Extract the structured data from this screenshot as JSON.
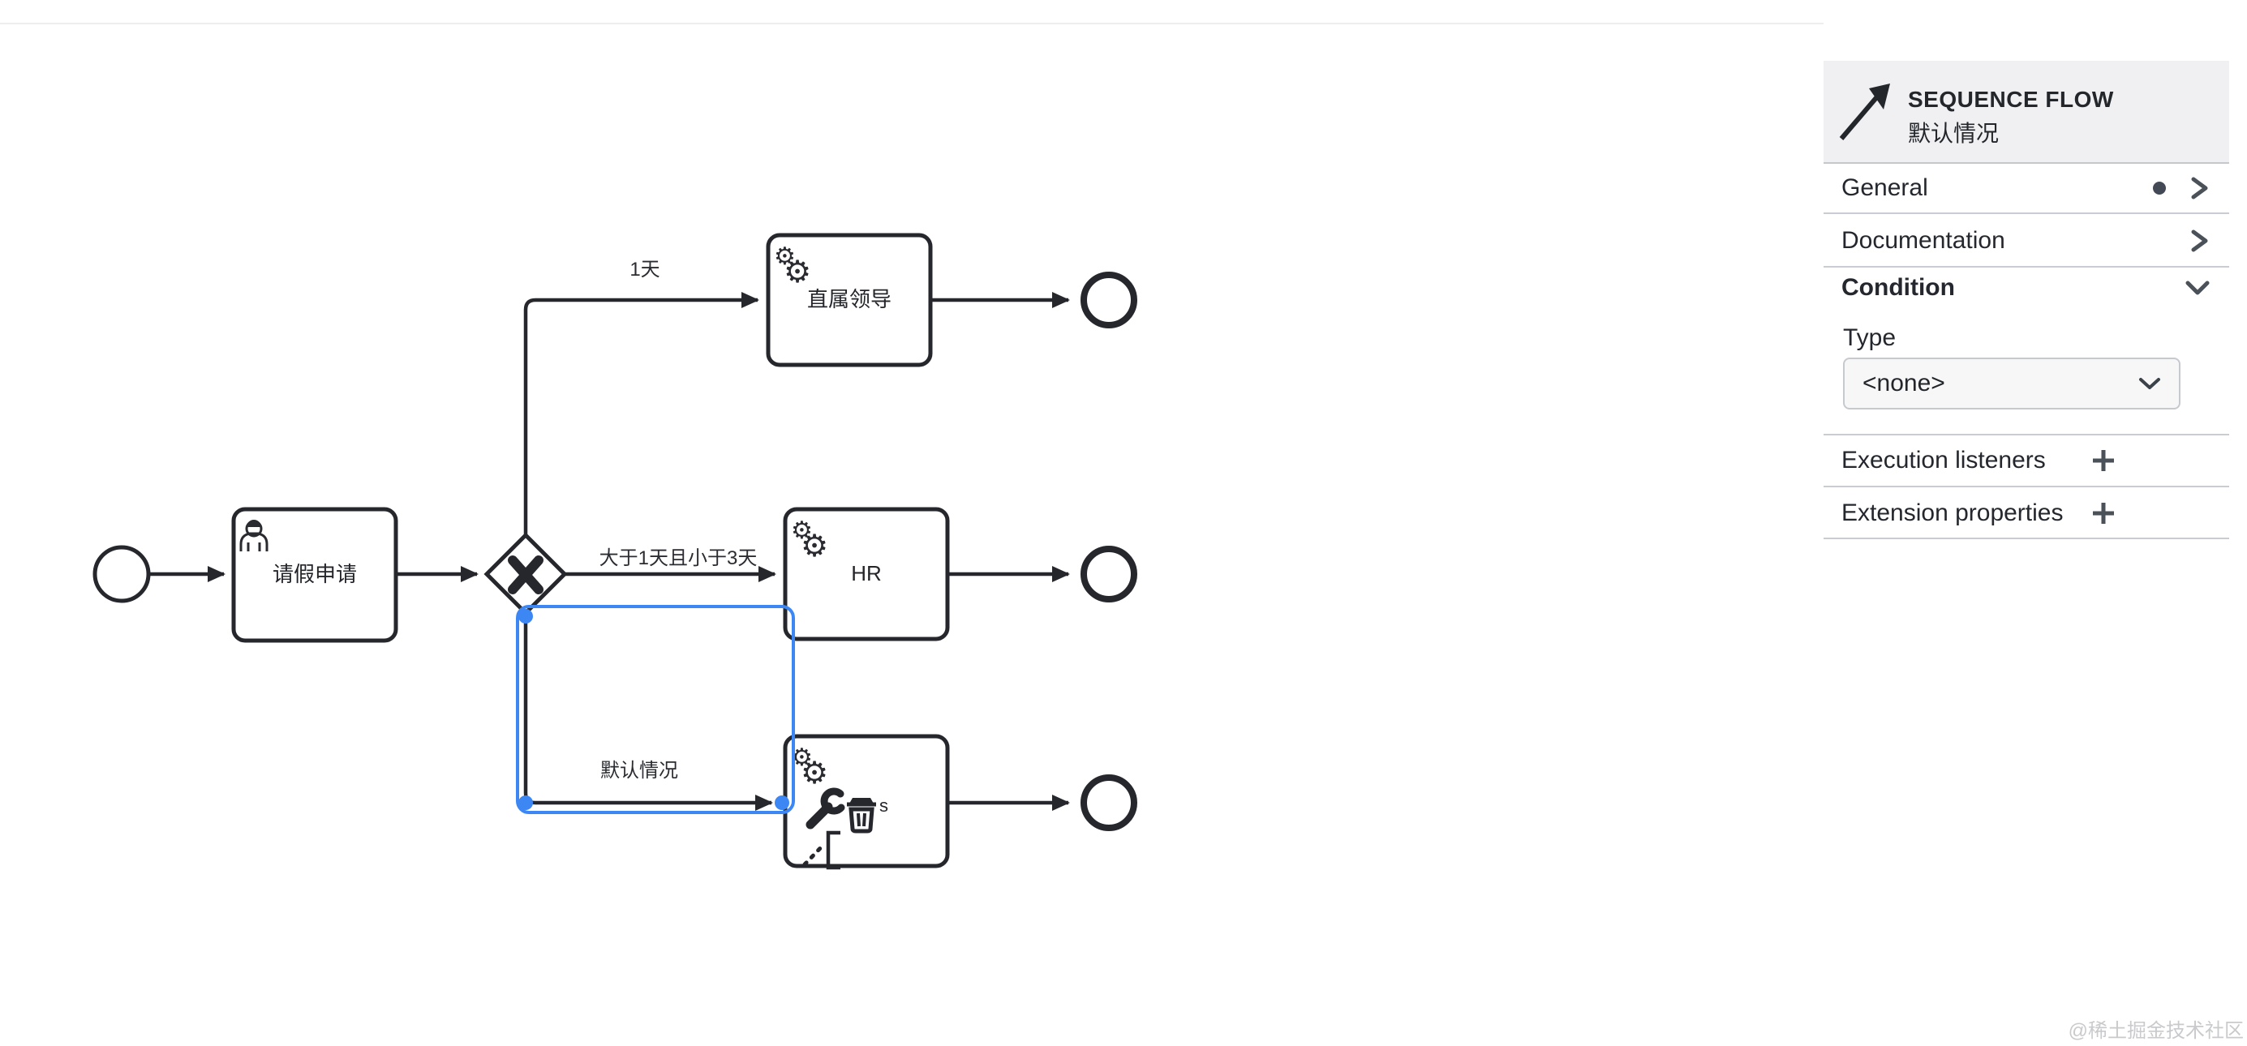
{
  "panel": {
    "header": {
      "element_type": "SEQUENCE FLOW",
      "element_name": "默认情况",
      "icon": "sequence-flow-arrow"
    },
    "groups": [
      {
        "label": "General",
        "state": "collapsed",
        "has_edits_dot": true
      },
      {
        "label": "Documentation",
        "state": "collapsed",
        "has_edits_dot": false
      },
      {
        "label": "Condition",
        "state": "expanded",
        "has_edits_dot": false
      }
    ],
    "condition": {
      "type_label": "Type",
      "type_value": "<none>"
    },
    "lists": [
      {
        "label": "Execution listeners",
        "action_icon": "add-icon"
      },
      {
        "label": "Extension properties",
        "action_icon": "add-icon"
      }
    ]
  },
  "diagram": {
    "tasks": [
      {
        "label": "请假申请",
        "marker_icon": "user-icon"
      },
      {
        "label": "直属领导",
        "marker_icon": "service-gears-icon"
      },
      {
        "label": "HR",
        "marker_icon": "service-gears-icon"
      },
      {
        "label": "",
        "marker_icon": "service-gears-icon"
      }
    ],
    "gateway": {
      "kind": "exclusive",
      "marker": "X"
    },
    "flow_labels": {
      "branch1": "1天",
      "branch2": "大于1天且小于3天",
      "branch3": "默认情况"
    },
    "context_pad_letter": "s"
  },
  "icons": {
    "gear": "⚙"
  },
  "colors": {
    "stroke": "#26272c",
    "selection_blue": "#3d87f5",
    "header_bg": "#f0f0f2",
    "divider": "#c9ccd2",
    "icon_gray": "#4a5159",
    "watermark": "#c9cacc"
  },
  "watermark": "@稀土掘金技术社区"
}
